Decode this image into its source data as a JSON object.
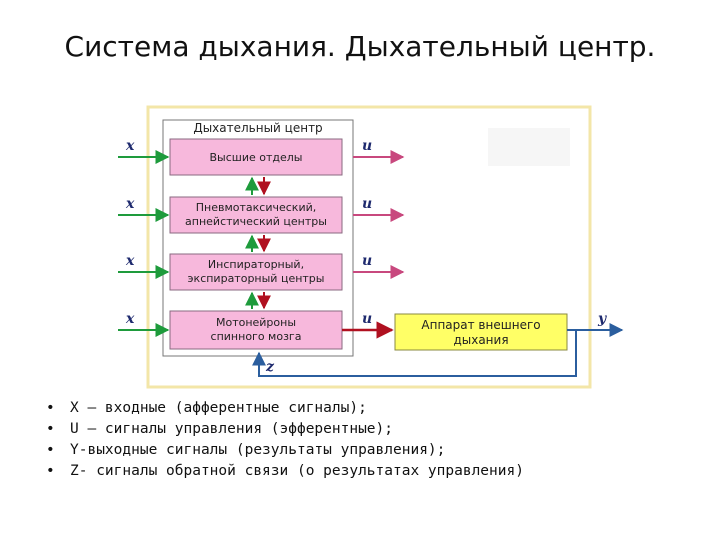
{
  "title": "Система дыхания. Дыхательный центр.",
  "diagram": {
    "center_label": "Дыхательный центр",
    "blocks": [
      {
        "line1": "Высшие отделы",
        "line2": ""
      },
      {
        "line1": "Пневмотаксический,",
        "line2": "апнейстический центры"
      },
      {
        "line1": "Инспираторный,",
        "line2": "экспираторный центры"
      },
      {
        "line1": "Мотонейроны",
        "line2": "спинного мозга"
      }
    ],
    "apparatus": {
      "line1": "Аппарат внешнего",
      "line2": "дыхания"
    },
    "signals": {
      "x": "x",
      "u": "u",
      "y": "y",
      "z": "z"
    },
    "colors": {
      "block_fill": "#f7b8dc",
      "frame_border": "#f3e6a8",
      "apparatus_fill": "#ffff66",
      "input_arrow": "#1e9b3c",
      "output_arrow": "#c8487e",
      "feedback": "#2b5e9e",
      "dark_red": "#b01020"
    }
  },
  "legend": [
    "X – входные (афферентные сигналы);",
    "U – сигналы управления (эфферентные);",
    "Y-выходные сигналы (результаты управления);",
    "Z- сигналы обратной связи (о результатах управления)"
  ]
}
